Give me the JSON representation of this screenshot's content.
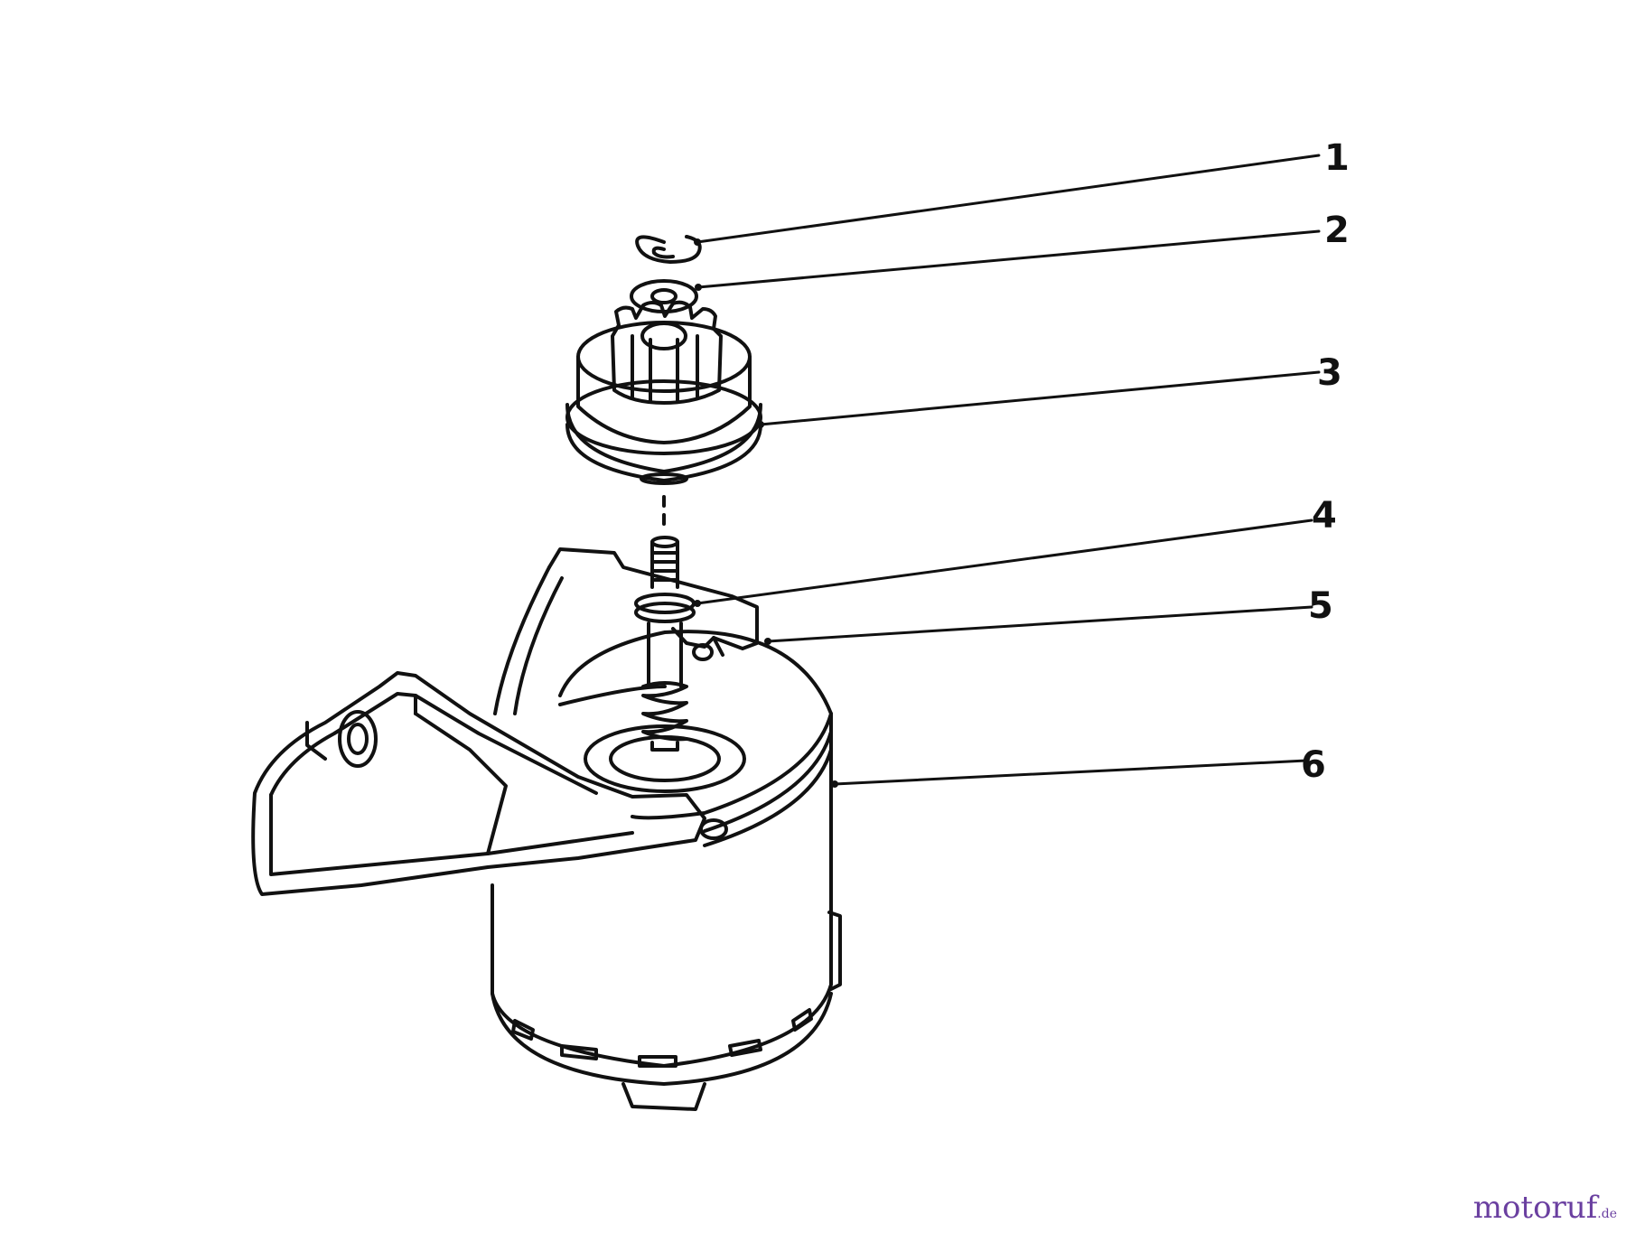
{
  "diagram": {
    "callouts": [
      {
        "id": "1",
        "label": "1"
      },
      {
        "id": "2",
        "label": "2"
      },
      {
        "id": "3",
        "label": "3"
      },
      {
        "id": "4",
        "label": "4"
      },
      {
        "id": "5",
        "label": "5"
      },
      {
        "id": "6",
        "label": "6"
      }
    ]
  },
  "watermark": {
    "main": "motoruf",
    "suffix": ".de"
  },
  "colors": {
    "line": "#111111",
    "background": "#ffffff",
    "watermark": "#6a3fa0"
  }
}
